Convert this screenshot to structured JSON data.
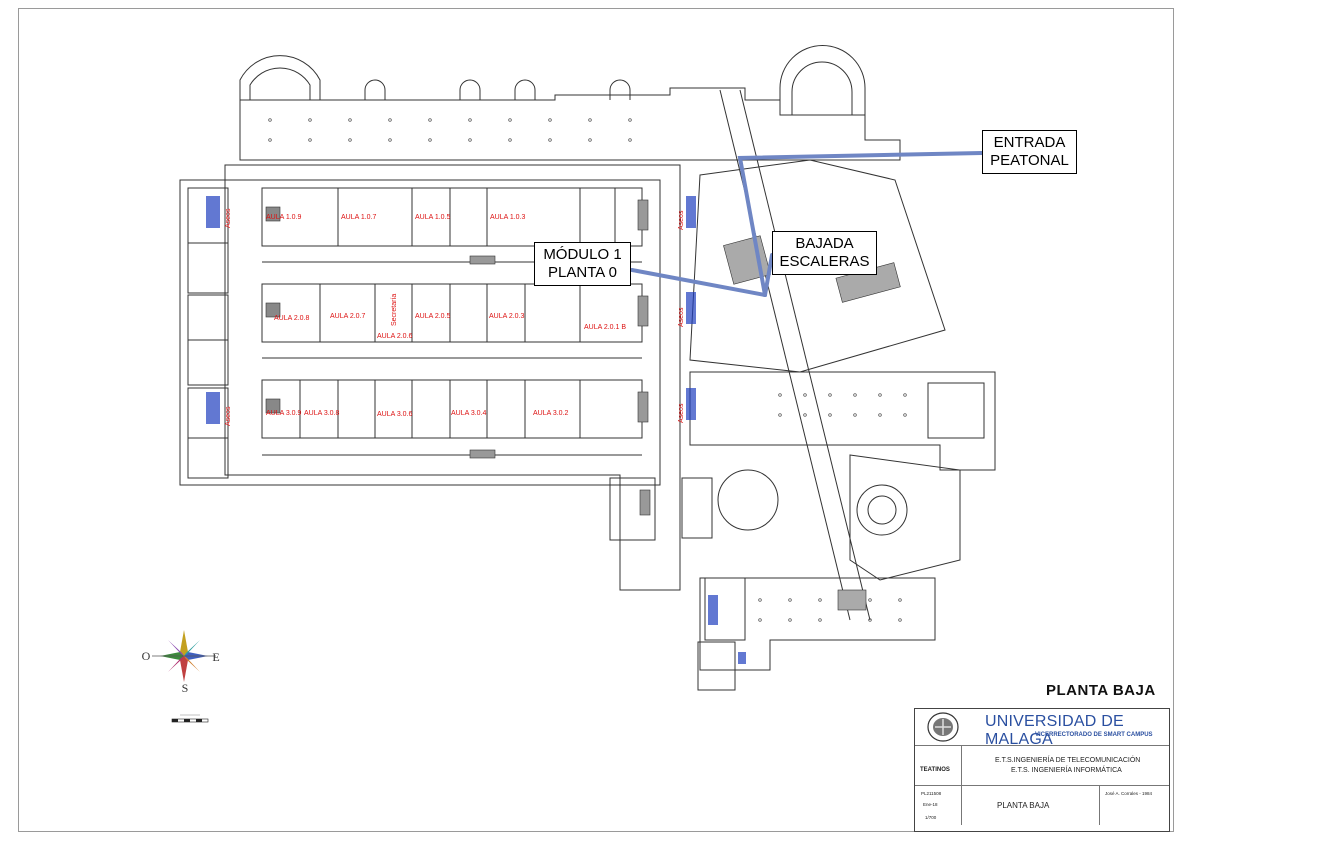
{
  "callouts": {
    "entrada": [
      "ENTRADA",
      "PEATONAL"
    ],
    "bajada": [
      "BAJADA",
      "ESCALERAS"
    ],
    "modulo": [
      "MÓDULO 1",
      "PLANTA 0"
    ]
  },
  "rooms_row1": [
    "AULA 1.0.9",
    "AULA 1.0.7",
    "AULA 1.0.5",
    "AULA 1.0.3"
  ],
  "rooms_row2": [
    "AULA 2.0.8",
    "AULA 2.0.7",
    "AULA 2.0.5",
    "AULA 2.0.3",
    "AULA 2.0.1 B"
  ],
  "room_secretaria": "Secretaría",
  "room_206": "AULA 2.0.6",
  "rooms_row3": [
    "AULA 3.0.9",
    "AULA 3.0.8",
    "AULA 3.0.6",
    "AULA 3.0.4",
    "AULA 3.0.2"
  ],
  "aseos_label": "Aseos",
  "compass": {
    "west": "O",
    "east": "E",
    "south": "S"
  },
  "plan_title": "PLANTA BAJA",
  "titleblock": {
    "university": "UNIVERSIDAD DE MALAGA",
    "vicerrectorado": "VICERRECTORADO DE SMART CAMPUS",
    "campus": "TEATINOS",
    "building_line1": "E.T.S.INGENIERÍA DE TELECOMUNICACIÓN",
    "building_line2": "E.T.S. INGENIERÍA INFORMÁTICA",
    "plan_code": "PL211508",
    "date": "Ene-18",
    "scale": "1/700",
    "floor": "PLANTA BAJA",
    "architect": "José A. Corrales - 1984"
  },
  "colors": {
    "callout_line": "#6f86c4",
    "room_text": "#dd1111",
    "wall": "#333333",
    "toilet": "#1f3fbf"
  }
}
